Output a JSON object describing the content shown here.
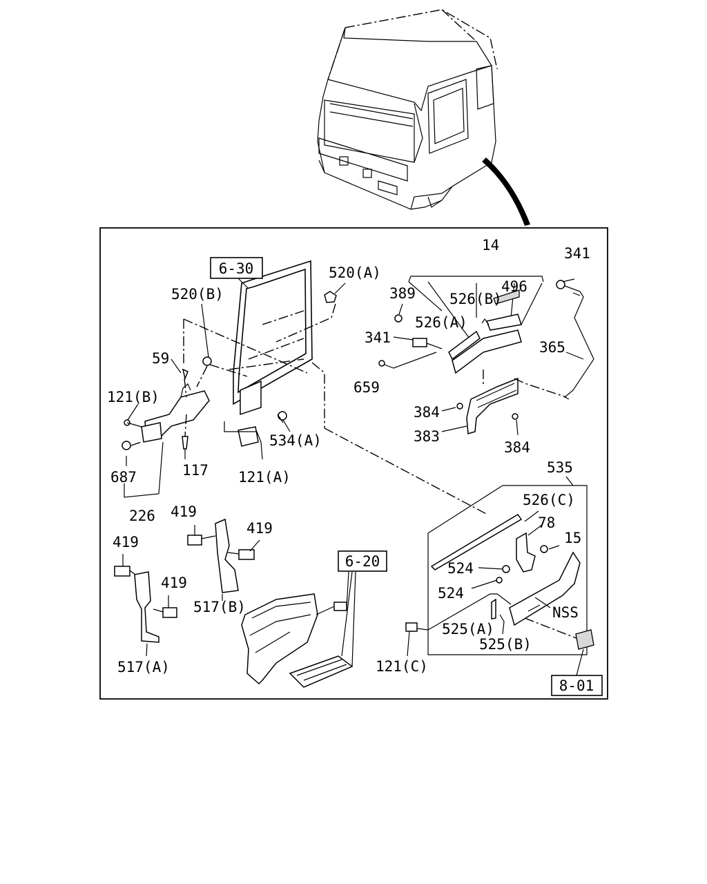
{
  "references": {
    "ref_6_30": "6-30",
    "ref_6_20": "6-20",
    "ref_8_01": "8-01"
  },
  "callouts": {
    "c520a": "520(A)",
    "c520b": "520(B)",
    "c59": "59",
    "c121b": "121(B)",
    "c687": "687",
    "c117": "117",
    "c226": "226",
    "c534a": "534(A)",
    "c121a": "121(A)",
    "c14": "14",
    "c389": "389",
    "c526b": "526(B)",
    "c496": "496",
    "c526a": "526(A)",
    "c341a": "341",
    "c341b": "341",
    "c365": "365",
    "c659": "659",
    "c384a": "384",
    "c383": "383",
    "c384b": "384",
    "c535": "535",
    "c526c": "526(C)",
    "c78": "78",
    "c15": "15",
    "c524a": "524",
    "c524b": "524",
    "cnss": "NSS",
    "c525a": "525(A)",
    "c525b": "525(B)",
    "c121c": "121(C)",
    "c419a": "419",
    "c419b": "419",
    "c419c": "419",
    "c419d": "419",
    "c517b": "517(B)",
    "c517a": "517(A)"
  }
}
